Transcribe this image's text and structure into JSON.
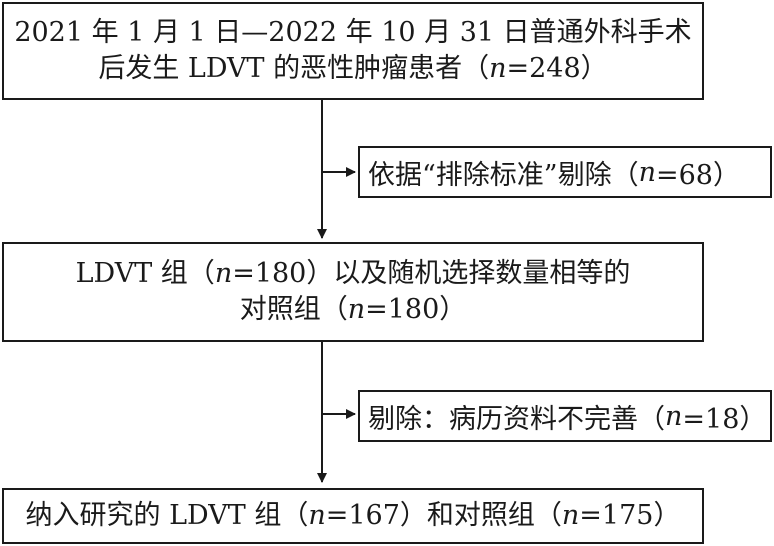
{
  "flowchart": {
    "box1": {
      "line1": "2021 年 1 月 1 日—2022 年 10 月 31 日普通外科手术",
      "line2_prefix": "后发生 LDVT 的恶性肿瘤患者（",
      "line2_n": "n",
      "line2_suffix": "=248）"
    },
    "exclude1": {
      "prefix": "依据“排除标准”剔除（",
      "n": "n",
      "suffix": "=68）"
    },
    "box2": {
      "line1_prefix": "LDVT 组（",
      "line1_n": "n",
      "line1_suffix": "=180）以及随机选择数量相等的",
      "line2_prefix": "对照组（",
      "line2_n": "n",
      "line2_suffix": "=180）"
    },
    "exclude2": {
      "prefix": "剔除：病历资料不完善（",
      "n": "n",
      "suffix": "=18）"
    },
    "box3": {
      "prefix": "纳入研究的 LDVT 组（",
      "n1": "n",
      "middle": "=167）和对照组（",
      "n2": "n",
      "suffix": "=175）"
    }
  }
}
